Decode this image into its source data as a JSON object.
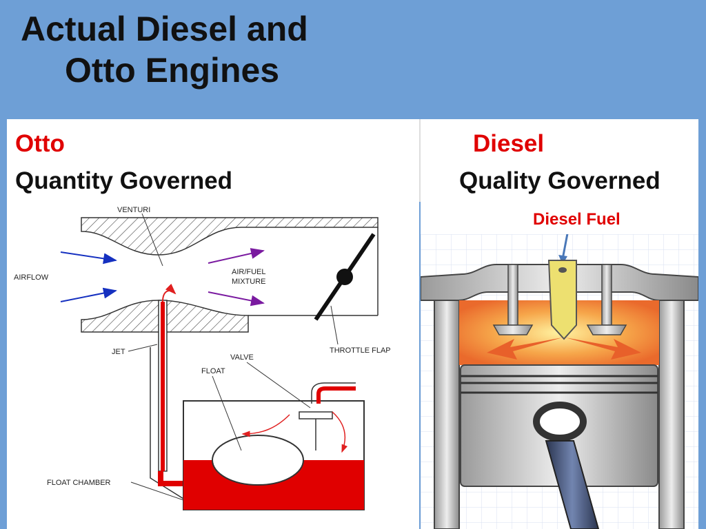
{
  "title": {
    "line1": "Actual Diesel and",
    "line2": "Otto Engines"
  },
  "otto": {
    "heading": "Otto",
    "subheading": "Quantity Governed",
    "diagram_labels": {
      "venturi": "VENTURI",
      "airflow": "AIRFLOW",
      "mixture_line1": "AIR/FUEL",
      "mixture_line2": "MIXTURE",
      "jet": "JET",
      "valve": "VALVE",
      "float": "FLOAT",
      "throttle": "THROTTLE FLAP",
      "chamber": "FLOAT CHAMBER"
    }
  },
  "diesel": {
    "heading": "Diesel",
    "subheading": "Quality Governed",
    "fuel_label": "Diesel Fuel"
  },
  "colors": {
    "background": "#6e9fd6",
    "heading_red": "#e00000",
    "fuel_red": "#e00000",
    "airflow_arrow": "#1530c0",
    "mixture_arrow": "#7a1aa0",
    "injector": "#ede070"
  }
}
